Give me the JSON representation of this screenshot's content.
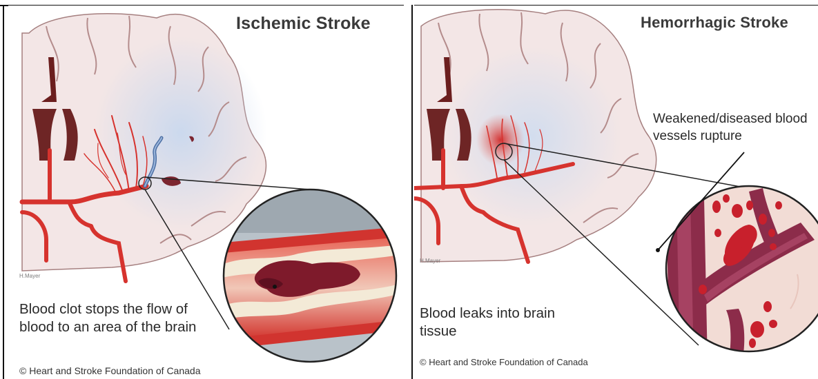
{
  "left_panel": {
    "title": "Ischemic Stroke",
    "caption": "Blood clot stops the flow of blood to an area of the brain",
    "credit": "© Heart and Stroke Foundation of Canada",
    "signature": "H.Mayer"
  },
  "right_panel": {
    "title": "Hemorrhagic Stroke",
    "callout": "Weakened/diseased blood vessels rupture",
    "caption": "Blood leaks into brain tissue",
    "credit": "© Heart and Stroke Foundation of Canada",
    "signature": "H.Mayer"
  },
  "colors": {
    "brain": "#f3e4e4",
    "sulci": "#b58a8a",
    "artery": "#d6332e",
    "clot": "#8e1f33",
    "bleed": "#c8202c",
    "ischemia_tint": "#cfdcee",
    "vessel_dark": "#8c2c4a"
  }
}
